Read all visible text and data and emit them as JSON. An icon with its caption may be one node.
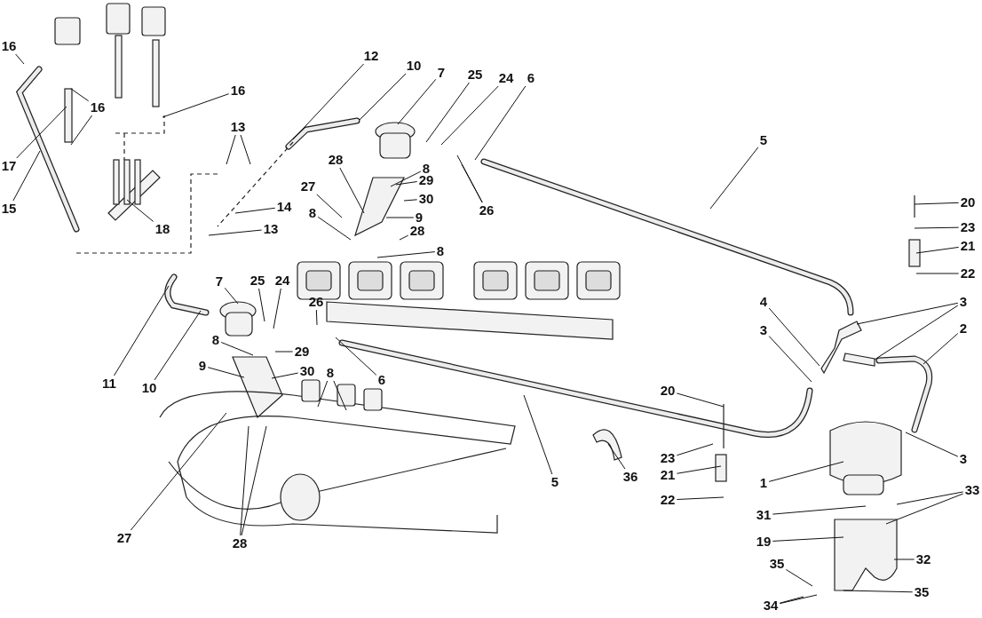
{
  "diagram": {
    "nodes": [
      {
        "text": [
          "16"
        ]
      },
      {
        "text": [
          "16"
        ]
      },
      {
        "text": [
          "16"
        ]
      },
      {
        "text": [
          "17"
        ]
      },
      {
        "text": [
          "15"
        ]
      },
      {
        "text": [
          "18"
        ]
      },
      {
        "text": [
          "12"
        ]
      },
      {
        "text": [
          "10"
        ]
      },
      {
        "text": [
          "7"
        ]
      },
      {
        "text": [
          "25"
        ]
      },
      {
        "text": [
          "24"
        ]
      },
      {
        "text": [
          "6"
        ]
      },
      {
        "text": [
          "5"
        ]
      },
      {
        "text": [
          "13"
        ]
      },
      {
        "text": [
          "28"
        ]
      },
      {
        "text": [
          "27"
        ]
      },
      {
        "text": [
          "8"
        ]
      },
      {
        "text": [
          "29"
        ]
      },
      {
        "text": [
          "30"
        ]
      },
      {
        "text": [
          "26"
        ]
      },
      {
        "text": [
          "9"
        ]
      },
      {
        "text": [
          "14"
        ]
      },
      {
        "text": [
          "13"
        ]
      },
      {
        "text": [
          "8"
        ]
      },
      {
        "text": [
          "28"
        ]
      },
      {
        "text": [
          "8"
        ]
      },
      {
        "text": [
          "20"
        ]
      },
      {
        "text": [
          "23"
        ]
      },
      {
        "text": [
          "21"
        ]
      },
      {
        "text": [
          "22"
        ]
      },
      {
        "text": [
          "7"
        ]
      },
      {
        "text": [
          "25"
        ]
      },
      {
        "text": [
          "24"
        ]
      },
      {
        "text": [
          "26"
        ]
      },
      {
        "text": [
          "4"
        ]
      },
      {
        "text": [
          "3"
        ]
      },
      {
        "text": [
          "3"
        ]
      },
      {
        "text": [
          "2"
        ]
      },
      {
        "text": [
          "11"
        ]
      },
      {
        "text": [
          "10"
        ]
      },
      {
        "text": [
          "8"
        ]
      },
      {
        "text": [
          "29"
        ]
      },
      {
        "text": [
          "30"
        ]
      },
      {
        "text": [
          "9"
        ]
      },
      {
        "text": [
          "8"
        ]
      },
      {
        "text": [
          "6"
        ]
      },
      {
        "text": [
          "20"
        ]
      },
      {
        "text": [
          "23"
        ]
      },
      {
        "text": [
          "21"
        ]
      },
      {
        "text": [
          "22"
        ]
      },
      {
        "text": [
          "36"
        ]
      },
      {
        "text": [
          "5"
        ]
      },
      {
        "text": [
          "1"
        ]
      },
      {
        "text": [
          "31"
        ]
      },
      {
        "text": [
          "33"
        ]
      },
      {
        "text": [
          "19"
        ]
      },
      {
        "text": [
          "3"
        ]
      },
      {
        "text": [
          "27"
        ]
      },
      {
        "text": [
          "28"
        ]
      },
      {
        "text": [
          "35"
        ]
      },
      {
        "text": [
          "35"
        ]
      },
      {
        "text": [
          "34"
        ]
      },
      {
        "text": [
          "32"
        ]
      }
    ],
    "edges": [
      {
        "from": 0,
        "to": null,
        "arrow": "none"
      },
      {
        "from": 1,
        "to": null,
        "arrow": "none"
      },
      {
        "from": 1,
        "to": null,
        "arrow": "none"
      },
      {
        "from": 2,
        "to": null,
        "arrow": "none"
      },
      {
        "from": 3,
        "to": null,
        "arrow": "none"
      },
      {
        "from": 4,
        "to": null,
        "arrow": "none"
      },
      {
        "from": 5,
        "to": null,
        "arrow": "none"
      },
      {
        "from": 6,
        "to": null,
        "arrow": "none"
      },
      {
        "from": 7,
        "to": null,
        "arrow": "none"
      },
      {
        "from": 8,
        "to": null,
        "arrow": "none"
      },
      {
        "from": 9,
        "to": null,
        "arrow": "none"
      },
      {
        "from": 10,
        "to": null,
        "arrow": "none"
      },
      {
        "from": 11,
        "to": null,
        "arrow": "none"
      },
      {
        "from": 12,
        "to": null,
        "arrow": "none"
      },
      {
        "from": 13,
        "to": null,
        "arrow": "none"
      },
      {
        "from": 13,
        "to": null,
        "arrow": "none"
      },
      {
        "from": 14,
        "to": null,
        "arrow": "none"
      },
      {
        "from": 15,
        "to": null,
        "arrow": "none"
      },
      {
        "from": 16,
        "to": null,
        "arrow": "none"
      },
      {
        "from": 17,
        "to": null,
        "arrow": "none"
      },
      {
        "from": 18,
        "to": null,
        "arrow": "none"
      },
      {
        "from": 19,
        "to": null,
        "arrow": "none"
      },
      {
        "from": 19,
        "to": null,
        "arrow": "none"
      },
      {
        "from": 20,
        "to": null,
        "arrow": "none"
      },
      {
        "from": 21,
        "to": null,
        "arrow": "none"
      },
      {
        "from": 22,
        "to": null,
        "arrow": "none"
      },
      {
        "from": 23,
        "to": null,
        "arrow": "none"
      },
      {
        "from": 24,
        "to": null,
        "arrow": "none"
      },
      {
        "from": 25,
        "to": null,
        "arrow": "none"
      },
      {
        "from": 26,
        "to": null,
        "arrow": "none"
      },
      {
        "from": 27,
        "to": null,
        "arrow": "none"
      },
      {
        "from": 28,
        "to": null,
        "arrow": "none"
      },
      {
        "from": 29,
        "to": null,
        "arrow": "none"
      },
      {
        "from": 30,
        "to": null,
        "arrow": "none"
      },
      {
        "from": 31,
        "to": null,
        "arrow": "none"
      },
      {
        "from": 32,
        "to": null,
        "arrow": "none"
      },
      {
        "from": 33,
        "to": null,
        "arrow": "none"
      },
      {
        "from": 34,
        "to": null,
        "arrow": "none"
      },
      {
        "from": 35,
        "to": null,
        "arrow": "none"
      },
      {
        "from": 35,
        "to": null,
        "arrow": "none"
      },
      {
        "from": 36,
        "to": null,
        "arrow": "none"
      },
      {
        "from": 37,
        "to": null,
        "arrow": "none"
      },
      {
        "from": 38,
        "to": null,
        "arrow": "none"
      },
      {
        "from": 39,
        "to": null,
        "arrow": "none"
      },
      {
        "from": 40,
        "to": null,
        "arrow": "none"
      },
      {
        "from": 41,
        "to": null,
        "arrow": "none"
      },
      {
        "from": 42,
        "to": null,
        "arrow": "none"
      },
      {
        "from": 43,
        "to": null,
        "arrow": "none"
      },
      {
        "from": 44,
        "to": null,
        "arrow": "none"
      },
      {
        "from": 44,
        "to": null,
        "arrow": "none"
      },
      {
        "from": 45,
        "to": null,
        "arrow": "none"
      },
      {
        "from": 46,
        "to": null,
        "arrow": "none"
      },
      {
        "from": 47,
        "to": null,
        "arrow": "none"
      },
      {
        "from": 48,
        "to": null,
        "arrow": "none"
      },
      {
        "from": 49,
        "to": null,
        "arrow": "none"
      },
      {
        "from": 50,
        "to": null,
        "arrow": "none"
      },
      {
        "from": 51,
        "to": null,
        "arrow": "none"
      },
      {
        "from": 52,
        "to": null,
        "arrow": "none"
      },
      {
        "from": 53,
        "to": null,
        "arrow": "none"
      },
      {
        "from": 54,
        "to": null,
        "arrow": "none"
      },
      {
        "from": 54,
        "to": null,
        "arrow": "none"
      },
      {
        "from": 55,
        "to": null,
        "arrow": "none"
      },
      {
        "from": 56,
        "to": null,
        "arrow": "none"
      },
      {
        "from": 57,
        "to": null,
        "arrow": "none"
      },
      {
        "from": 58,
        "to": null,
        "arrow": "none"
      },
      {
        "from": 58,
        "to": null,
        "arrow": "none"
      },
      {
        "from": 59,
        "to": null,
        "arrow": "none"
      },
      {
        "from": 60,
        "to": null,
        "arrow": "none"
      },
      {
        "from": 61,
        "to": null,
        "arrow": "none"
      },
      {
        "from": 61,
        "to": null,
        "arrow": "none"
      },
      {
        "from": 62,
        "to": null,
        "arrow": "none"
      }
    ]
  }
}
